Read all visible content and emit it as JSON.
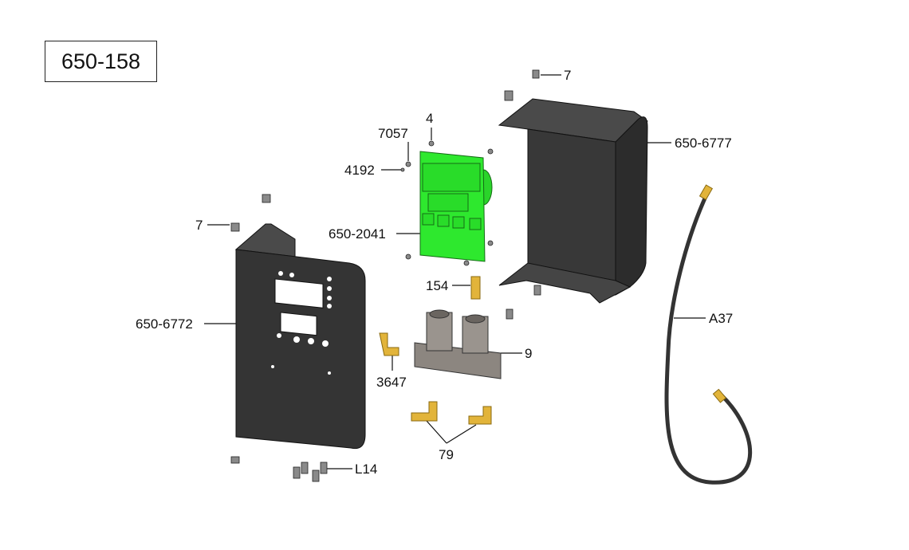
{
  "diagram_title": "650-158",
  "colors": {
    "sheet_metal": "#3a3a3a",
    "pcb": "#2ee82e",
    "brass": "#e2b43a",
    "block": "#8c8680",
    "hose": "#333333"
  },
  "callouts": {
    "screw_top": "7",
    "right_cover": "650-6777",
    "nut": "4",
    "spacer": "7057",
    "washer": "4192",
    "control_board": "650-2041",
    "fitting_straight": "154",
    "fitting_elbow": "3647",
    "manifold_block": "9",
    "hose": "A37",
    "screw_left": "7",
    "left_panel": "650-6772",
    "elbows": "79",
    "bottom_screws": "L14"
  }
}
